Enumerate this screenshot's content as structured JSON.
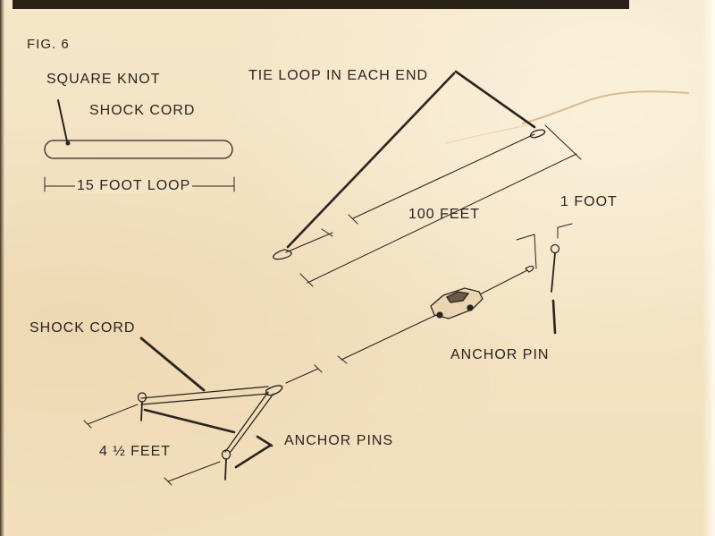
{
  "figure": {
    "fig_label": "FIG. 6",
    "labels": {
      "square_knot": "SQUARE KNOT",
      "shock_cord_top": "SHOCK CORD",
      "fifteen_foot_loop": "15 FOOT LOOP",
      "tie_loop": "TIE LOOP IN EACH END",
      "hundred_feet": "100 FEET",
      "one_foot": "1 FOOT",
      "anchor_pin": "ANCHOR PIN",
      "shock_cord_bottom": "SHOCK CORD",
      "four_half_feet": "4 ½ FEET",
      "anchor_pins": "ANCHOR PINS"
    },
    "colors": {
      "ink": "#2b2420",
      "paper": "#f4e4c6"
    },
    "icons": [
      "square-knot-icon",
      "car-icon",
      "anchor-pin-icon",
      "pulley-icon"
    ]
  }
}
